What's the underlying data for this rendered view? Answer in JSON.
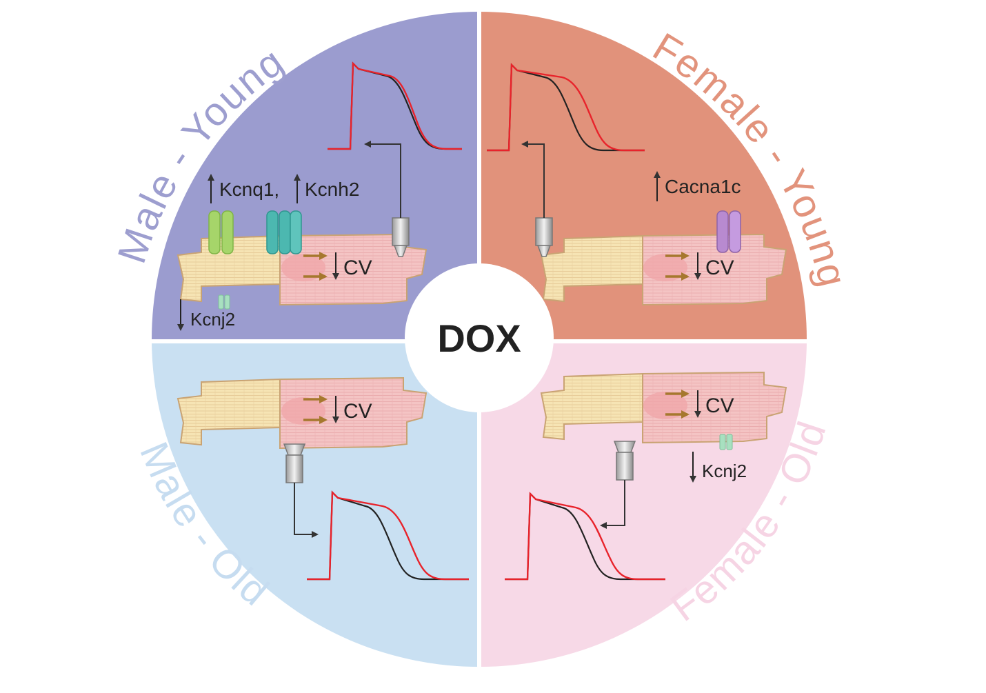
{
  "center": {
    "label": "DOX"
  },
  "quadrants": {
    "male_young": {
      "title": "Male - Young",
      "color": "#9b9ccf",
      "title_color": "#9d9ecf",
      "genes": [
        {
          "name": "Kcnq1,",
          "direction": "up"
        },
        {
          "name": "Kcnh2",
          "direction": "up"
        },
        {
          "name": "Kcnj2",
          "direction": "down"
        }
      ],
      "cv": {
        "label": "CV",
        "direction": "down"
      }
    },
    "female_young": {
      "title": "Female - Young",
      "color": "#e1927b",
      "title_color": "#e2937c",
      "genes": [
        {
          "name": "Cacna1c",
          "direction": "up"
        }
      ],
      "cv": {
        "label": "CV",
        "direction": "down"
      }
    },
    "male_old": {
      "title": "Male - Old",
      "color": "#c9e0f2",
      "title_color": "#c6dcf0",
      "genes": [],
      "cv": {
        "label": "CV",
        "direction": "down"
      }
    },
    "female_old": {
      "title": "Female - Old",
      "color": "#f7d9e7",
      "title_color": "#f6d4e4",
      "genes": [
        {
          "name": "Kcnj2",
          "direction": "down"
        }
      ],
      "cv": {
        "label": "CV",
        "direction": "down"
      }
    }
  },
  "traces": {
    "control_color": "#222222",
    "dox_color": "#e8232b"
  },
  "cell_colors": {
    "yellow": "#f6e4b4",
    "pink": "#f4c4c4",
    "outline": "#c9a373",
    "arrow": "#a6782e"
  },
  "channel_colors": {
    "kcnq1": "#a6d56a",
    "kcnh2": "#4cb8b0",
    "cacna1c": "#b88ad0",
    "kcnj2": "#a8e0c0"
  }
}
